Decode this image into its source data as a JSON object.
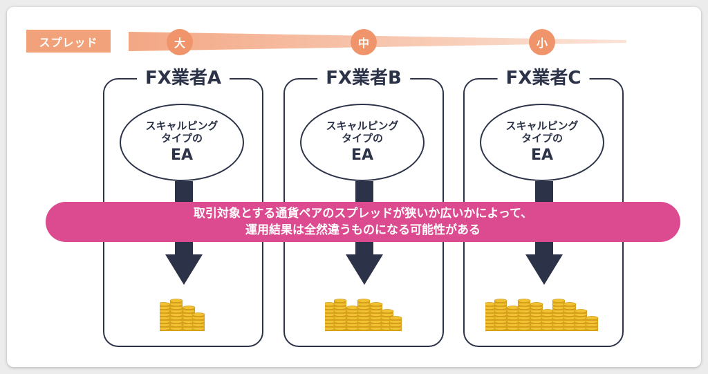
{
  "spread": {
    "label": "スプレッド",
    "levels": [
      "大",
      "中",
      "小"
    ]
  },
  "brokers": [
    {
      "name": "FX業者A",
      "ea": [
        "スキャルピング",
        "タイプの",
        "EA"
      ]
    },
    {
      "name": "FX業者B",
      "ea": [
        "スキャルピング",
        "タイプの",
        "EA"
      ]
    },
    {
      "name": "FX業者C",
      "ea": [
        "スキャルピング",
        "タイプの",
        "EA"
      ]
    }
  ],
  "banner": [
    "取引対象とする通貨ペアのスプレッドが狭いか広いかによって、",
    "運用結果は全然違うものになる可能性がある"
  ],
  "colors": {
    "accent": "#f0956b",
    "navy": "#2c3348",
    "banner": "#dc4a8f",
    "coin": "#f1c232"
  }
}
